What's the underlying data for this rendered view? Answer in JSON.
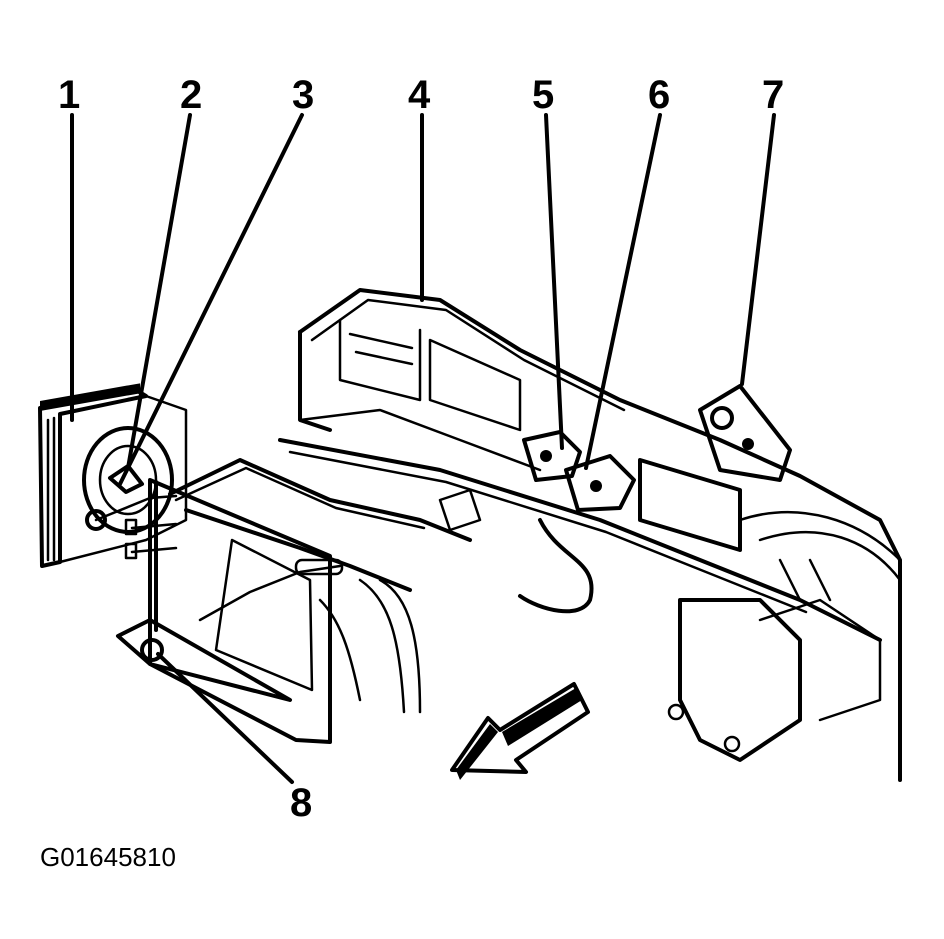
{
  "figure_id": "G01645810",
  "callouts": [
    {
      "label": "1"
    },
    {
      "label": "2"
    },
    {
      "label": "3"
    },
    {
      "label": "4"
    },
    {
      "label": "5"
    },
    {
      "label": "6"
    },
    {
      "label": "7"
    },
    {
      "label": "8"
    }
  ],
  "colors": {
    "ink": "#000000",
    "paper": "#ffffff"
  }
}
